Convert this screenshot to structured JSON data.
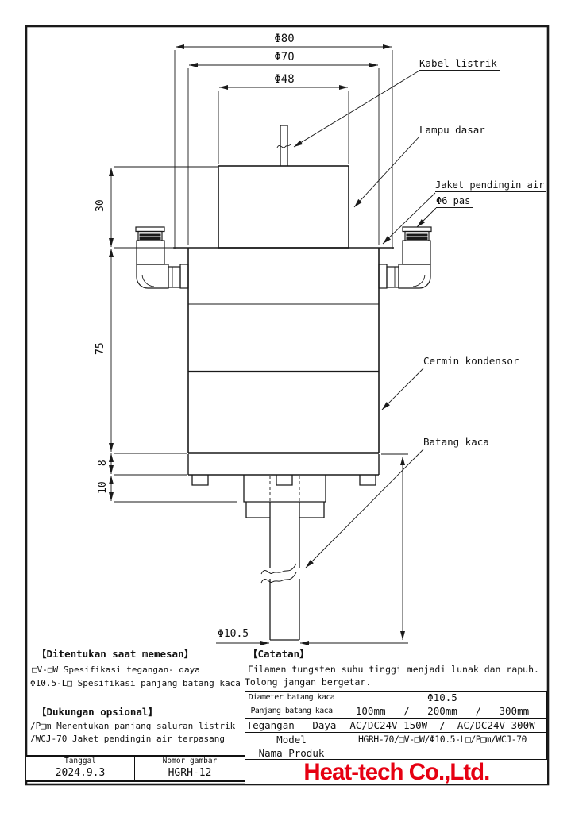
{
  "page": {
    "background": "#ffffff",
    "line_color": "#1a1a1a"
  },
  "brand": {
    "name": "Heat-tech Co.,Ltd.",
    "color": "#e60012"
  },
  "drawing": {
    "dim_labels": {
      "dia_outer": "Φ80",
      "dia_mid": "Φ70",
      "dia_lamp": "Φ48",
      "lamp_height": "30",
      "body_height": "75",
      "plate_height": "8",
      "hub_height": "10",
      "rod_dia": "Φ10.5"
    },
    "part_labels": {
      "cable": "Kabel listrik",
      "lamp_base": "Lampu dasar",
      "water_jacket": "Jaket pendingin air",
      "fitting": "Φ6 pas",
      "condenser": "Cermin kondensor",
      "glass_rod": "Batang kaca"
    }
  },
  "notes": {
    "ordering": {
      "title": "【Ditentukan saat memesan】",
      "lines": [
        "□V-□W Spesifikasi tegangan- daya",
        "Φ10.5-L□ Spesifikasi panjang batang kaca"
      ]
    },
    "caution": {
      "title": "【Catatan】",
      "lines": [
        "Filamen tungsten suhu tinggi menjadi lunak dan rapuh.",
        "Tolong jangan bergetar."
      ]
    },
    "optional": {
      "title": "【Dukungan opsional】",
      "lines": [
        "/P□m Menentukan panjang saluran listrik",
        "/WCJ-70 Jaket pendingin air terpasang"
      ]
    }
  },
  "spec_table": {
    "rows": [
      {
        "label": "Diameter batang kaca",
        "value": "Φ10.5"
      },
      {
        "label": "Panjang batang kaca",
        "value": "100mm   /   200mm   /   300mm"
      },
      {
        "label": "Tegangan - Daya",
        "value": "AC/DC24V-150W  /  AC/DC24V-300W"
      },
      {
        "label": "Model",
        "value": "HGRH-70/□V-□W/Φ10.5-L□/P□m/WCJ-70"
      },
      {
        "label": "Nama Produk",
        "value": ""
      }
    ]
  },
  "title_block": {
    "date_label": "Tanggal",
    "date_value": "2024.9.3",
    "number_label": "Nomor gambar",
    "number_value": "HGRH-12"
  }
}
